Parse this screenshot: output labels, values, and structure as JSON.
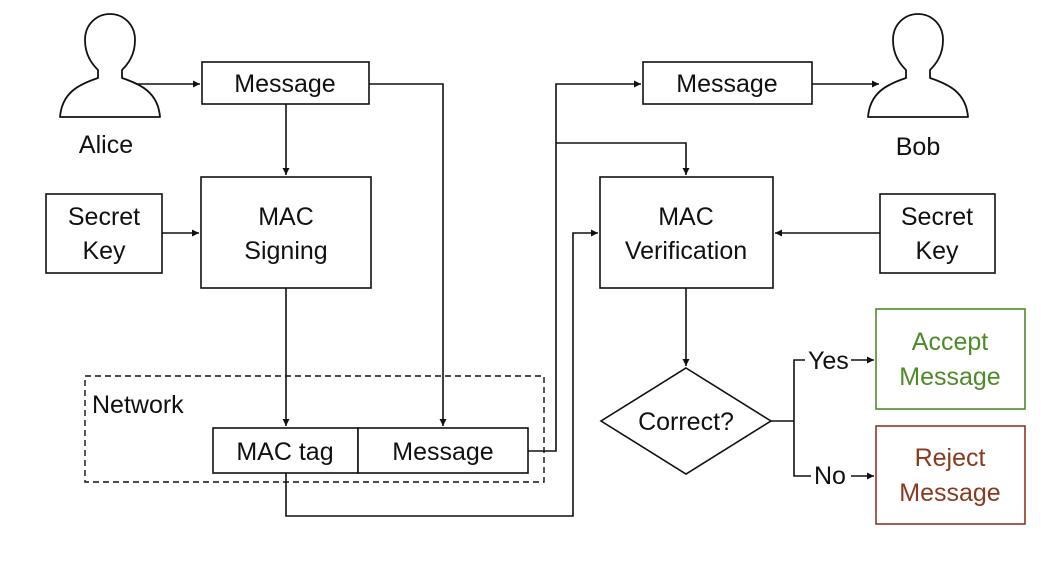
{
  "actors": {
    "sender": "Alice",
    "receiver": "Bob"
  },
  "sender_side": {
    "message": "Message",
    "secret_key": [
      "Secret",
      "Key"
    ],
    "mac_signing": [
      "MAC",
      "Signing"
    ]
  },
  "network": {
    "label": "Network",
    "mac_tag": "MAC tag",
    "message": "Message"
  },
  "receiver_side": {
    "message": "Message",
    "mac_verification": [
      "MAC",
      "Verification"
    ],
    "secret_key": [
      "Secret",
      "Key"
    ],
    "decision": "Correct?",
    "yes_label": "Yes",
    "no_label": "No",
    "accept": [
      "Accept",
      "Message"
    ],
    "reject": [
      "Reject",
      "Message"
    ]
  },
  "colors": {
    "accept": "#4e8a2a",
    "reject": "#8a3a1e",
    "stroke": "#111111"
  }
}
